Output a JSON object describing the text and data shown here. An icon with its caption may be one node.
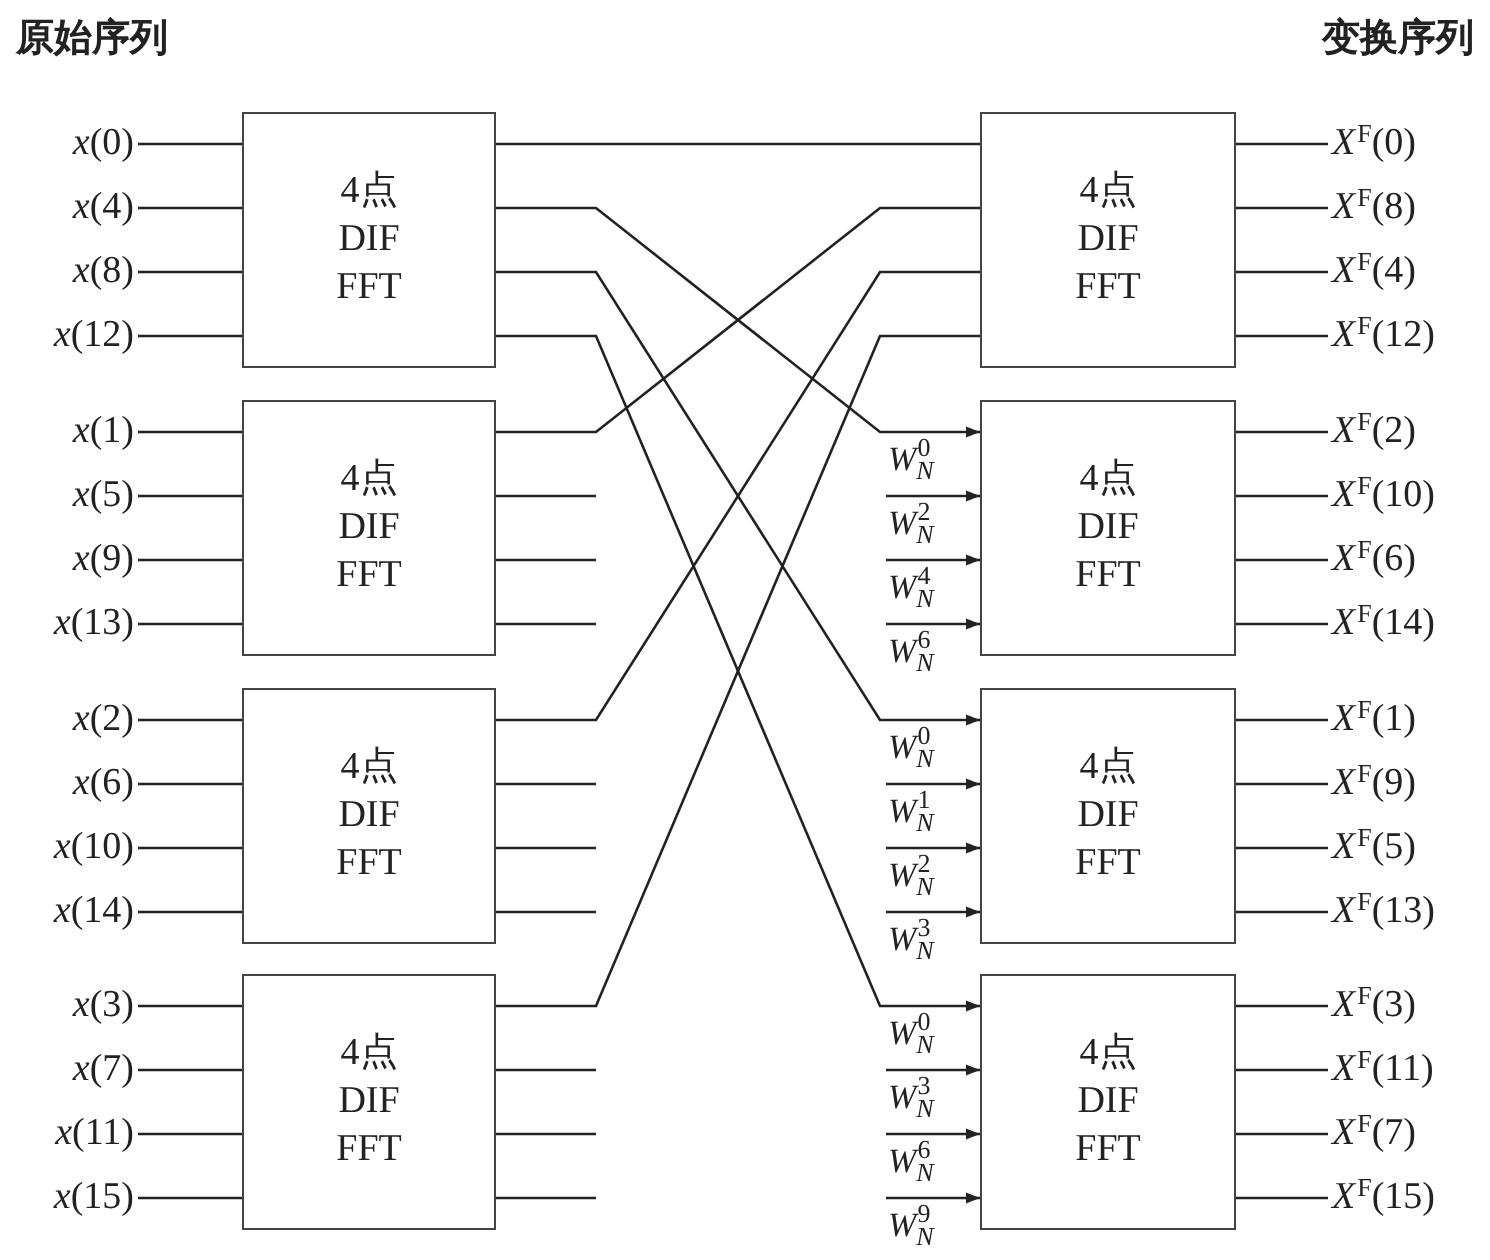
{
  "diagram": {
    "nodes": [
      {
        "text": [
          "4点 DIF FFT"
        ]
      },
      {
        "text": [
          "4点 DIF FFT"
        ]
      },
      {
        "text": [
          "4点 DIF FFT"
        ]
      },
      {
        "text": [
          "4点 DIF FFT"
        ]
      },
      {
        "text": [
          "4点 DIF FFT"
        ]
      },
      {
        "text": [
          "4点 DIF FFT"
        ]
      },
      {
        "text": [
          "4点 DIF FFT"
        ]
      },
      {
        "text": [
          "4点 DIF FFT"
        ]
      },
      {
        "text": [
          "*x*(0)"
        ]
      },
      {
        "text": [
          "*x*(4)"
        ]
      },
      {
        "text": [
          "*x*(8)"
        ]
      },
      {
        "text": [
          "*x*(12)"
        ]
      },
      {
        "text": [
          "*x*(1)"
        ]
      },
      {
        "text": [
          "*x*(5)"
        ]
      },
      {
        "text": [
          "*x*(9)"
        ]
      },
      {
        "text": [
          "*x*(13)"
        ]
      },
      {
        "text": [
          "*x*(2)"
        ]
      },
      {
        "text": [
          "*x*(6)"
        ]
      },
      {
        "text": [
          "*x*(10)"
        ]
      },
      {
        "text": [
          "*x*(14)"
        ]
      },
      {
        "text": [
          "*x*(3)"
        ]
      },
      {
        "text": [
          "*x*(7)"
        ]
      },
      {
        "text": [
          "*x*(11)"
        ]
      },
      {
        "text": [
          "*x*(15)"
        ]
      },
      {
        "text": [
          "*X*$^{F}$(0)"
        ]
      },
      {
        "text": [
          "*X*$^{F}$(8)"
        ]
      },
      {
        "text": [
          "*X*$^{F}$(4)"
        ]
      },
      {
        "text": [
          "*X*$^{F}$(12)"
        ]
      },
      {
        "text": [
          "*X*$^{F}$(2)"
        ]
      },
      {
        "text": [
          "*X*$^{F}$(10)"
        ]
      },
      {
        "text": [
          "*X*$^{F}$(6)"
        ]
      },
      {
        "text": [
          "*X*$^{F}$(14)"
        ]
      },
      {
        "text": [
          "*X*$^{F}$(1)"
        ]
      },
      {
        "text": [
          "*X*$^{F}$(9)"
        ]
      },
      {
        "text": [
          "*X*$^{F}$(5)"
        ]
      },
      {
        "text": [
          "*X*$^{F}$(13)"
        ]
      },
      {
        "text": [
          "*X*$^{F}$(3)"
        ]
      },
      {
        "text": [
          "*X*$^{F}$(11)"
        ]
      },
      {
        "text": [
          "*X*$^{F}$(7)"
        ]
      },
      {
        "text": [
          "*X*$^{F}$(15)"
        ]
      }
    ],
    "edges": [
      {
        "from": 8,
        "to": 0,
        "arrow": "none"
      },
      {
        "from": 9,
        "to": 0,
        "arrow": "none"
      },
      {
        "from": 10,
        "to": 0,
        "arrow": "none"
      },
      {
        "from": 11,
        "to": 0,
        "arrow": "none"
      },
      {
        "from": 12,
        "to": 1,
        "arrow": "none"
      },
      {
        "from": 13,
        "to": 1,
        "arrow": "none"
      },
      {
        "from": 14,
        "to": 1,
        "arrow": "none"
      },
      {
        "from": 15,
        "to": 1,
        "arrow": "none"
      },
      {
        "from": 16,
        "to": 2,
        "arrow": "none"
      },
      {
        "from": 17,
        "to": 2,
        "arrow": "none"
      },
      {
        "from": 18,
        "to": 2,
        "arrow": "none"
      },
      {
        "from": 19,
        "to": 2,
        "arrow": "none"
      },
      {
        "from": 20,
        "to": 3,
        "arrow": "none"
      },
      {
        "from": 21,
        "to": 3,
        "arrow": "none"
      },
      {
        "from": 22,
        "to": 3,
        "arrow": "none"
      },
      {
        "from": 23,
        "to": 3,
        "arrow": "none"
      },
      {
        "from": 4,
        "to": 24,
        "arrow": "none"
      },
      {
        "from": 4,
        "to": 25,
        "arrow": "none"
      },
      {
        "from": 4,
        "to": 26,
        "arrow": "none"
      },
      {
        "from": 4,
        "to": 27,
        "arrow": "none"
      },
      {
        "from": 5,
        "to": 28,
        "arrow": "none"
      },
      {
        "from": 5,
        "to": 29,
        "arrow": "none"
      },
      {
        "from": 5,
        "to": 30,
        "arrow": "none"
      },
      {
        "from": 5,
        "to": 31,
        "arrow": "none"
      },
      {
        "from": 6,
        "to": 32,
        "arrow": "none"
      },
      {
        "from": 6,
        "to": 33,
        "arrow": "none"
      },
      {
        "from": 6,
        "to": 34,
        "arrow": "none"
      },
      {
        "from": 6,
        "to": 35,
        "arrow": "none"
      },
      {
        "from": 7,
        "to": 36,
        "arrow": "none"
      },
      {
        "from": 7,
        "to": 37,
        "arrow": "none"
      },
      {
        "from": 7,
        "to": 38,
        "arrow": "none"
      },
      {
        "from": 7,
        "to": 39,
        "arrow": "none"
      },
      {
        "from": 0,
        "to": 4,
        "arrow": "none"
      },
      {
        "from": 0,
        "to": 5,
        "arrow": "to",
        "label": "W$_{N}$$^{0}$"
      },
      {
        "from": 0,
        "to": 6,
        "arrow": "to",
        "label": "W$_{N}$$^{0}$"
      },
      {
        "from": 0,
        "to": 7,
        "arrow": "to",
        "label": "W$_{N}$$^{0}$"
      },
      {
        "from": 1,
        "to": 4,
        "arrow": "none"
      },
      {
        "from": 2,
        "to": 4,
        "arrow": "none"
      },
      {
        "from": 3,
        "to": 4,
        "arrow": "none"
      },
      {
        "from": 1,
        "to": null,
        "arrow": "none"
      },
      {
        "from": 1,
        "to": null,
        "arrow": "none"
      },
      {
        "from": 1,
        "to": null,
        "arrow": "none"
      },
      {
        "from": 2,
        "to": null,
        "arrow": "none"
      },
      {
        "from": 2,
        "to": null,
        "arrow": "none"
      },
      {
        "from": 2,
        "to": null,
        "arrow": "none"
      },
      {
        "from": 3,
        "to": null,
        "arrow": "none"
      },
      {
        "from": 3,
        "to": null,
        "arrow": "none"
      },
      {
        "from": 3,
        "to": null,
        "arrow": "none"
      },
      {
        "from": null,
        "to": 5,
        "arrow": "to",
        "label": "W$_{N}$$^{2}$"
      },
      {
        "from": null,
        "to": 5,
        "arrow": "to",
        "label": "W$_{N}$$^{4}$"
      },
      {
        "from": null,
        "to": 5,
        "arrow": "to",
        "label": "W$_{N}$$^{6}$"
      },
      {
        "from": null,
        "to": 6,
        "arrow": "to",
        "label": "W$_{N}$$^{1}$"
      },
      {
        "from": null,
        "to": 6,
        "arrow": "to",
        "label": "W$_{N}$$^{2}$"
      },
      {
        "from": null,
        "to": 6,
        "arrow": "to",
        "label": "W$_{N}$$^{3}$"
      },
      {
        "from": null,
        "to": 7,
        "arrow": "to",
        "label": "W$_{N}$$^{3}$"
      },
      {
        "from": null,
        "to": 7,
        "arrow": "to",
        "label": "W$_{N}$$^{6}$"
      },
      {
        "from": null,
        "to": 7,
        "arrow": "to",
        "label": "W$_{N}$$^{9}$"
      }
    ],
    "labels": [
      "原始序列",
      "变换序列"
    ]
  }
}
